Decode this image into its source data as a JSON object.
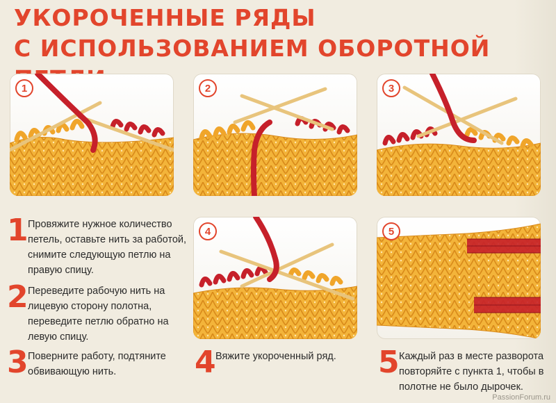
{
  "title": {
    "line1": "УКОРОЧЕННЫЕ РЯДЫ",
    "line2": "С ИСПОЛЬЗОВАНИЕМ ОБОРОТНОЙ ПЕТЛИ"
  },
  "panels": [
    {
      "number": "1"
    },
    {
      "number": "2"
    },
    {
      "number": "3"
    },
    {
      "number": "4"
    },
    {
      "number": "5"
    }
  ],
  "steps": [
    {
      "number": "1",
      "text": "Провяжите нужное количество петель, оставьте нить за работой, снимите следующую петлю на правую спицу."
    },
    {
      "number": "2",
      "text": "Переведите рабочую нить на лицевую сторону полотна, переведите петлю обратно на левую спицу."
    },
    {
      "number": "3",
      "text": "Поверните работу, подтяните обвивающую нить."
    },
    {
      "number": "4",
      "text": "Вяжите укороченный ряд."
    },
    {
      "number": "5",
      "text": "Каждый раз в месте разворота повторяйте с пункта 1, чтобы в полотне не было дырочек."
    }
  ],
  "footer": "PassionForum.ru",
  "colors": {
    "accent": "#e2452c",
    "yarn_orange": "#f0a52a",
    "yarn_red": "#c6202a",
    "needle": "#e8c47c"
  }
}
